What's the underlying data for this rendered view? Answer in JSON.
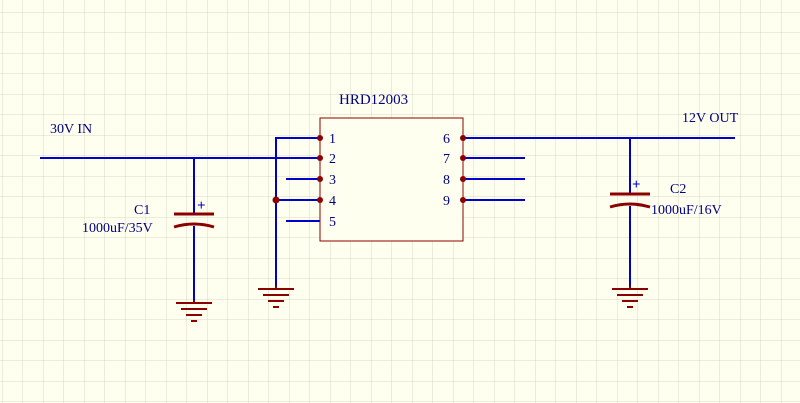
{
  "schematic": {
    "ic": {
      "part": "HRD12003",
      "left_pins": [
        "1",
        "2",
        "3",
        "4",
        "5"
      ],
      "right_pins": [
        "6",
        "7",
        "8",
        "9"
      ]
    },
    "input_label": "30V IN",
    "output_label": "12V OUT",
    "capacitors": [
      {
        "ref": "C1",
        "value": "1000uF/35V",
        "polarity": "+"
      },
      {
        "ref": "C2",
        "value": "1000uF/16V",
        "polarity": "+"
      }
    ],
    "colors": {
      "wire": "#0000cc",
      "body": "#8b0000",
      "pin_dot": "#8b0000",
      "ground": "#8b0000",
      "text": "#000080",
      "grid": "#d8d8c4",
      "background": "#fffff0"
    }
  }
}
